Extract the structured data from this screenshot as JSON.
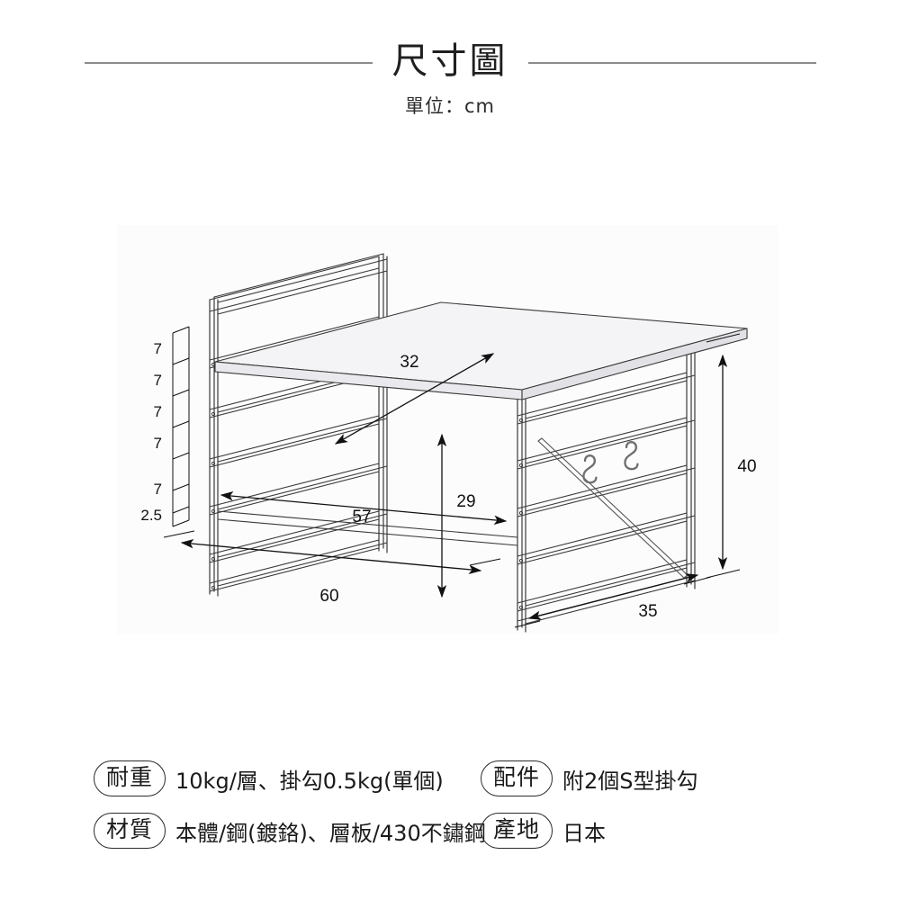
{
  "header": {
    "title": "尺寸圖",
    "subtitle": "單位：cm"
  },
  "diagram": {
    "description": "鋼製層架等角立體尺寸圖",
    "dimensions": {
      "shelf_depth": "32",
      "inner_width": "57",
      "inner_height": "29",
      "total_width": "60",
      "total_height": "40",
      "total_depth": "35"
    },
    "rung_scale": [
      "7",
      "7",
      "7",
      "7",
      "7",
      "2.5"
    ],
    "hooks": "S型掛勾"
  },
  "specs": {
    "rows": [
      {
        "left_label": "耐重",
        "left_value": "10kg/層、掛勾0.5kg(單個)",
        "right_label": "配件",
        "right_value": "附2個S型掛勾"
      },
      {
        "left_label": "材質",
        "left_value": "本體/鋼(鍍鉻)、層板/430不鏽鋼",
        "right_label": "產地",
        "right_value": "日本"
      }
    ]
  },
  "colors": {
    "rule": "#8c8c8c",
    "ink": "#1a1a1a",
    "line": "#3a3a3a",
    "panel": "#fdfcfd"
  }
}
